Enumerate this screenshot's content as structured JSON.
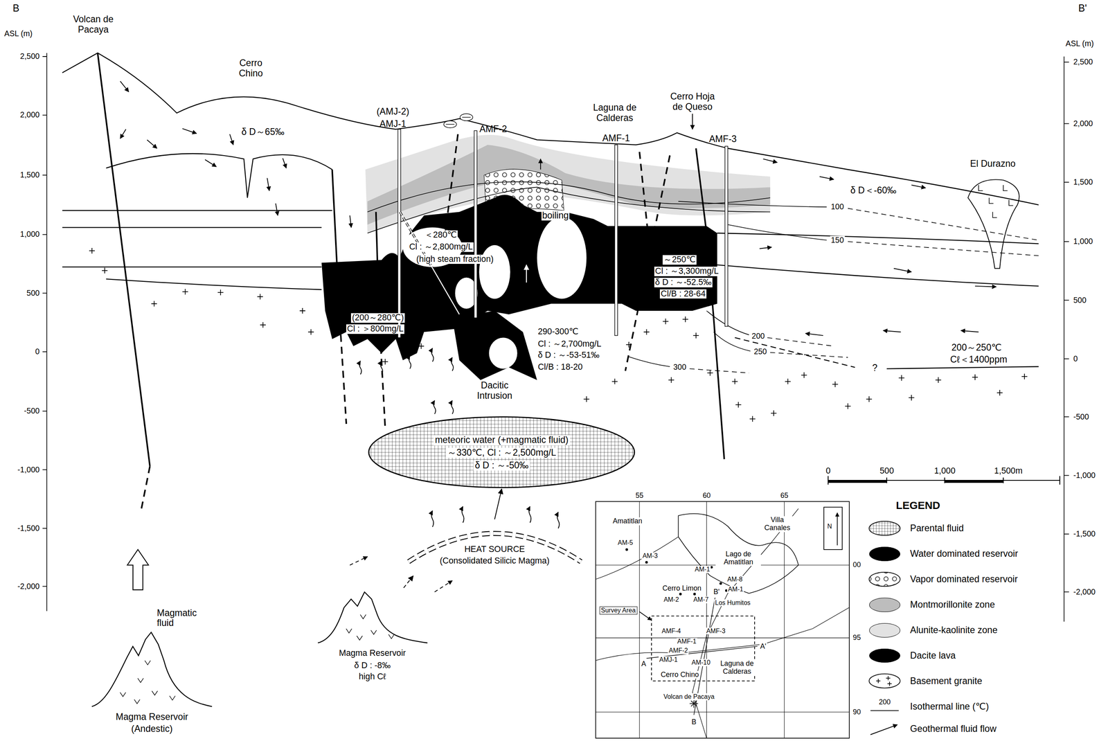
{
  "diagram": {
    "nodes": [
      {
        "text": [
          "meteoric water (+magmatic fluid)",
          "～330℃, Cl : ～2,500mg/L",
          "δ D : ～-50‰"
        ]
      },
      {
        "text": [
          "HEAT SOURCE",
          "(Consolidated Silicic Magma)"
        ]
      },
      {
        "text": [
          "Magma Reservoir",
          "(Andestic)"
        ]
      },
      {
        "text": [
          "Magma Reservoir",
          "δ D : -8‰",
          "high Cℓ"
        ]
      }
    ],
    "edges": [
      {
        "from": 3,
        "to": 1,
        "arrow": "to"
      },
      {
        "from": 1,
        "to": 0,
        "arrow": "to"
      }
    ],
    "labels": [
      "B",
      "B'",
      "ASL (m)",
      "ASL (m)",
      "2,500",
      "2,000",
      "1,500",
      "1,000",
      "500",
      "0",
      "-500",
      "-1,000",
      "-1,500",
      "-2,000",
      "2,500",
      "2,000",
      "1,500",
      "1,000",
      "500",
      "0",
      "-500",
      "-1,000",
      "-1,500",
      "-2,000",
      "Volcan de Pacaya",
      "Cerro Chino",
      "δ D～65‰",
      "(AMJ-2)",
      "AMJ-1",
      "AMF-2",
      "Laguna de Calderas",
      "AMF-1",
      "Cerro Hoja de Queso",
      "AMF-3",
      "El Durazno",
      "δ D＜-60‰",
      "100",
      "150",
      "200",
      "250",
      "300",
      "boiling",
      "＜280℃",
      "Cl : ～2,800mg/L",
      "(high steam fraction)",
      "(200～280℃)",
      "Cl : ＞800mg/L",
      "～250℃",
      "Cl : ～3,300mg/L",
      "δ D : ～-52.5‰",
      "Cl/B : 28-64",
      "290-300℃",
      "Cl : ～2,700mg/L",
      "δ D : ～-53-51‰",
      "Cl/B : 18-20",
      "Dacitic Intrusion",
      "200～250℃",
      "Cℓ＜1400ppm",
      "?",
      "0",
      "500",
      "1,000",
      "1,500m",
      "Magmatic fluid",
      "LEGEND",
      "200",
      "55",
      "60",
      "65",
      "00",
      "95",
      "90",
      "Amatitlan",
      "Villa Canales",
      "Lago de Amatitlan",
      "AM-5",
      "AM-3",
      "AM-1",
      "AM-8",
      "AM-1",
      "Cerro Limon",
      "AM-2",
      "AM-7",
      "Los Humitos",
      "Survey Area",
      "AMF-4",
      "AMF-3",
      "AMF-1",
      "AMF-2",
      "AMJ-1",
      "AM-10",
      "A",
      "A'",
      "Laguna de Calderas",
      "Cerro Chino",
      "Volcan de Pacaya",
      "B",
      "B'",
      "N"
    ],
    "legend": [
      {
        "text": "Parental fluid"
      },
      {
        "text": "Water dominated reservoir",
        "color": "#000000"
      },
      {
        "text": "Vapor dominated reservoir"
      },
      {
        "text": "Montmorillonite zone",
        "color": "#bdbdbd"
      },
      {
        "text": "Alunite-kaolinite zone",
        "color": "#e2e2e2"
      },
      {
        "text": "Dacite lava",
        "color": "#000000"
      },
      {
        "text": "Basement granite"
      },
      {
        "text": "Isothermal line (℃)"
      },
      {
        "text": "Geothermal fluid flow"
      }
    ]
  }
}
